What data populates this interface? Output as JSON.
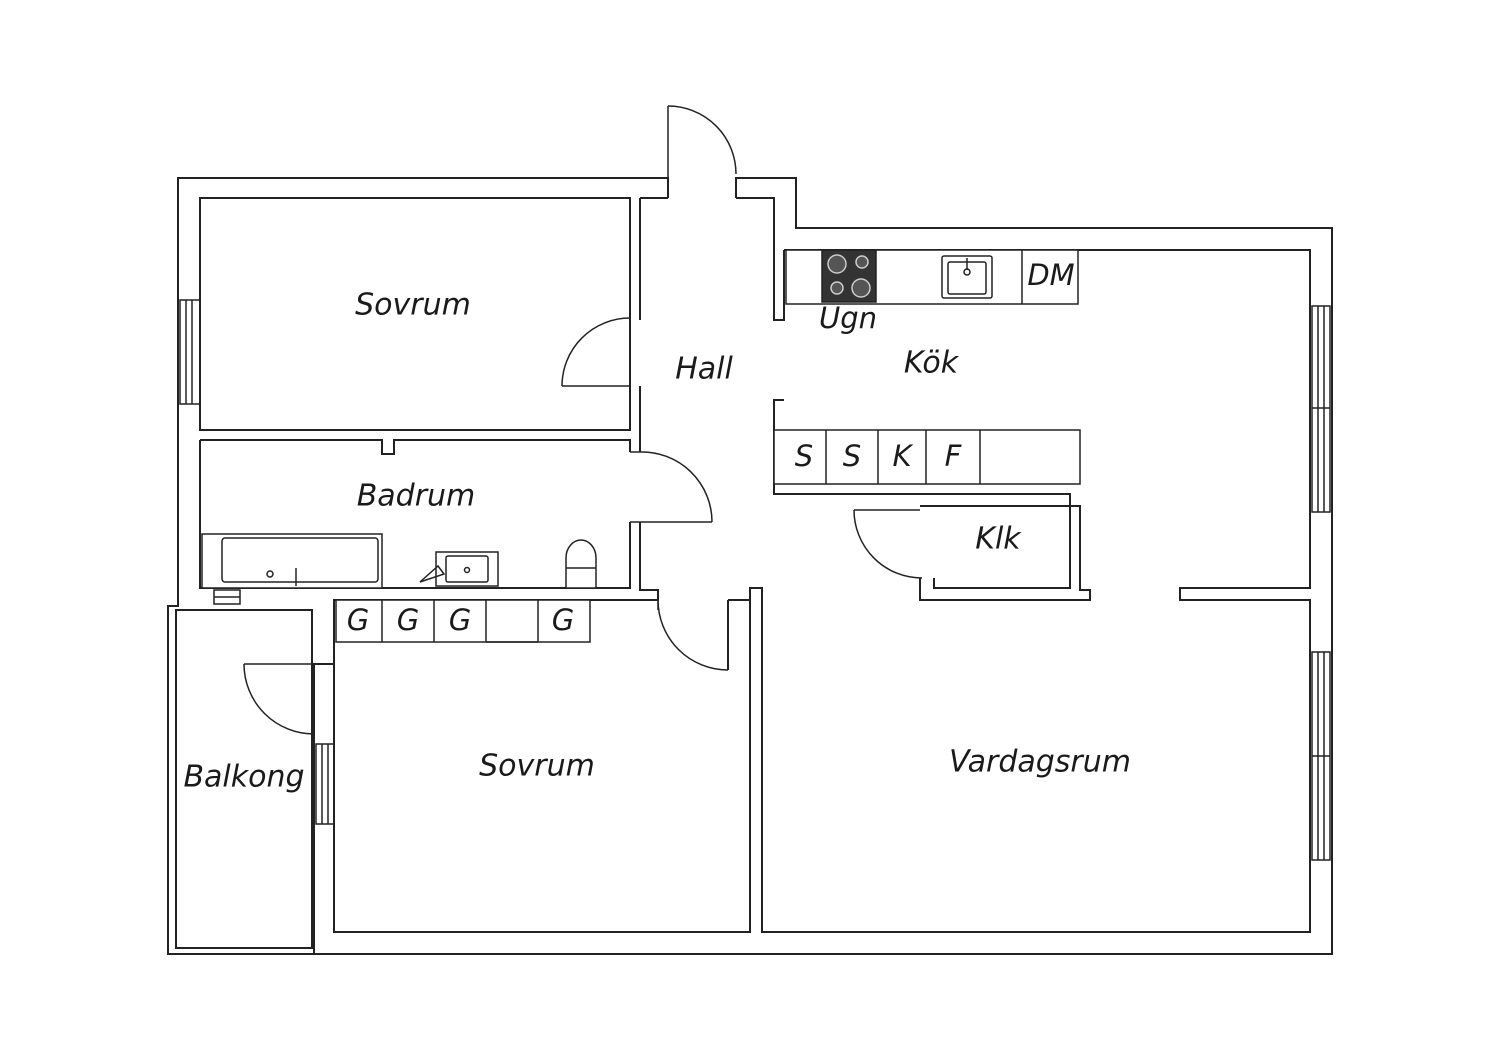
{
  "rooms": {
    "bedroom_top": "Sovrum",
    "hall": "Hall",
    "kitchen": "Kök",
    "bathroom": "Badrum",
    "closet": "Klk",
    "balcony": "Balkong",
    "bedroom_bottom": "Sovrum",
    "living_room": "Vardagsrum"
  },
  "kitchen_fixtures": {
    "oven": "Ugn",
    "dishwasher": "DM",
    "cabinets": [
      "S",
      "S",
      "K",
      "F"
    ]
  },
  "wardrobes": [
    "G",
    "G",
    "G",
    "G"
  ],
  "icons": {
    "stove": "stove-icon",
    "sink": "sink-icon",
    "bathtub": "bathtub-icon",
    "washbasin": "washbasin-icon",
    "toilet": "toilet-icon"
  }
}
